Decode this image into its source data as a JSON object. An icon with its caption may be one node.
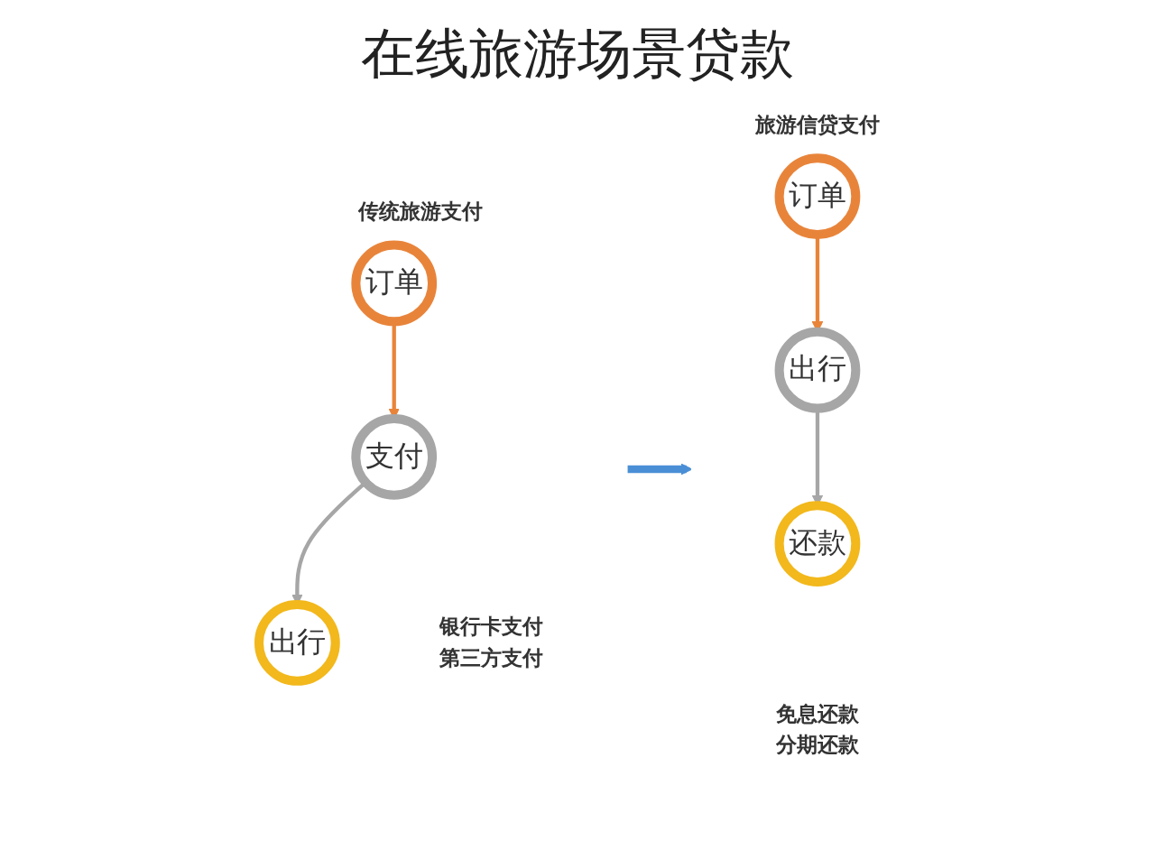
{
  "diagram": {
    "title": "在线旅游场景贷款",
    "nodes": [
      {
        "text": [
          "传统旅游支付"
        ]
      },
      {
        "text": [
          "订单"
        ],
        "in": 0
      },
      {
        "text": [
          "支付"
        ],
        "in": 0,
        "beside": [
          "银行卡支付",
          "第三方支付"
        ]
      },
      {
        "text": [
          "出行"
        ],
        "in": 0
      },
      {
        "text": [
          "旅游信贷支付"
        ]
      },
      {
        "text": [
          "订单"
        ],
        "in": 4
      },
      {
        "text": [
          "出行"
        ],
        "in": 4
      },
      {
        "text": [
          "还款"
        ],
        "in": 4,
        "beside": [
          "免息还款",
          "分期还款"
        ]
      }
    ],
    "edges": [
      {
        "from": 1,
        "to": 2,
        "arrow": "to",
        "color": "#e8843a"
      },
      {
        "from": 2,
        "to": 3,
        "arrow": "to",
        "color": "#a6a6a6"
      },
      {
        "from": 5,
        "to": 6,
        "arrow": "to",
        "color": "#e8843a"
      },
      {
        "from": 6,
        "to": 7,
        "arrow": "to",
        "color": "#a6a6a6"
      },
      {
        "from": 0,
        "to": 4,
        "arrow": "to",
        "style": "thick",
        "color": "#4a8fd6"
      }
    ]
  }
}
